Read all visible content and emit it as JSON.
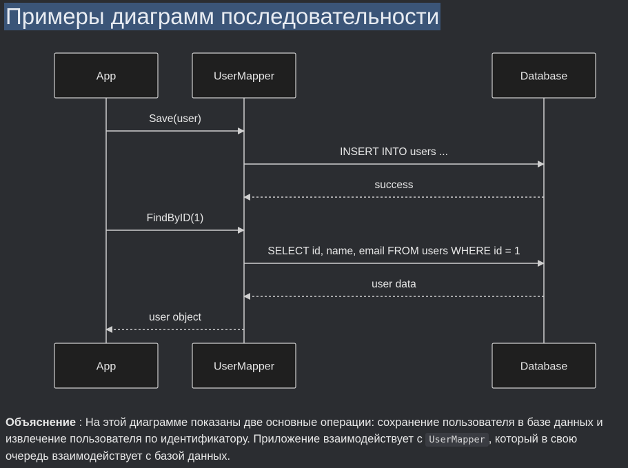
{
  "page": {
    "title": "Примеры диаграмм последовательности"
  },
  "diagram": {
    "participants": [
      {
        "id": "app",
        "label": "App"
      },
      {
        "id": "usermapper",
        "label": "UserMapper"
      },
      {
        "id": "database",
        "label": "Database"
      }
    ],
    "messages": [
      {
        "from": "app",
        "to": "usermapper",
        "label": "Save(user)",
        "style": "solid"
      },
      {
        "from": "usermapper",
        "to": "database",
        "label": "INSERT INTO users ...",
        "style": "solid"
      },
      {
        "from": "database",
        "to": "usermapper",
        "label": "success",
        "style": "dashed"
      },
      {
        "from": "app",
        "to": "usermapper",
        "label": "FindByID(1)",
        "style": "solid"
      },
      {
        "from": "usermapper",
        "to": "database",
        "label": "SELECT id, name, email FROM users WHERE id = 1",
        "style": "solid"
      },
      {
        "from": "database",
        "to": "usermapper",
        "label": "user data",
        "style": "dashed"
      },
      {
        "from": "usermapper",
        "to": "app",
        "label": "user object",
        "style": "dashed"
      }
    ]
  },
  "explanation": {
    "label": "Объяснение",
    "text_before": " : На этой диаграмме показаны две основные операции: сохранение пользователя в базе данных и извлечение пользователя по идентификатору. Приложение взаимодействует с ",
    "code": "UserMapper",
    "text_after": ", который в свою очередь взаимодействует с базой данных."
  },
  "colors": {
    "background": "#2b2d31",
    "box_fill": "#1f1f1f",
    "line": "#cfcfcf",
    "text": "#e6e6e6",
    "title_highlight": "#3b5578"
  }
}
